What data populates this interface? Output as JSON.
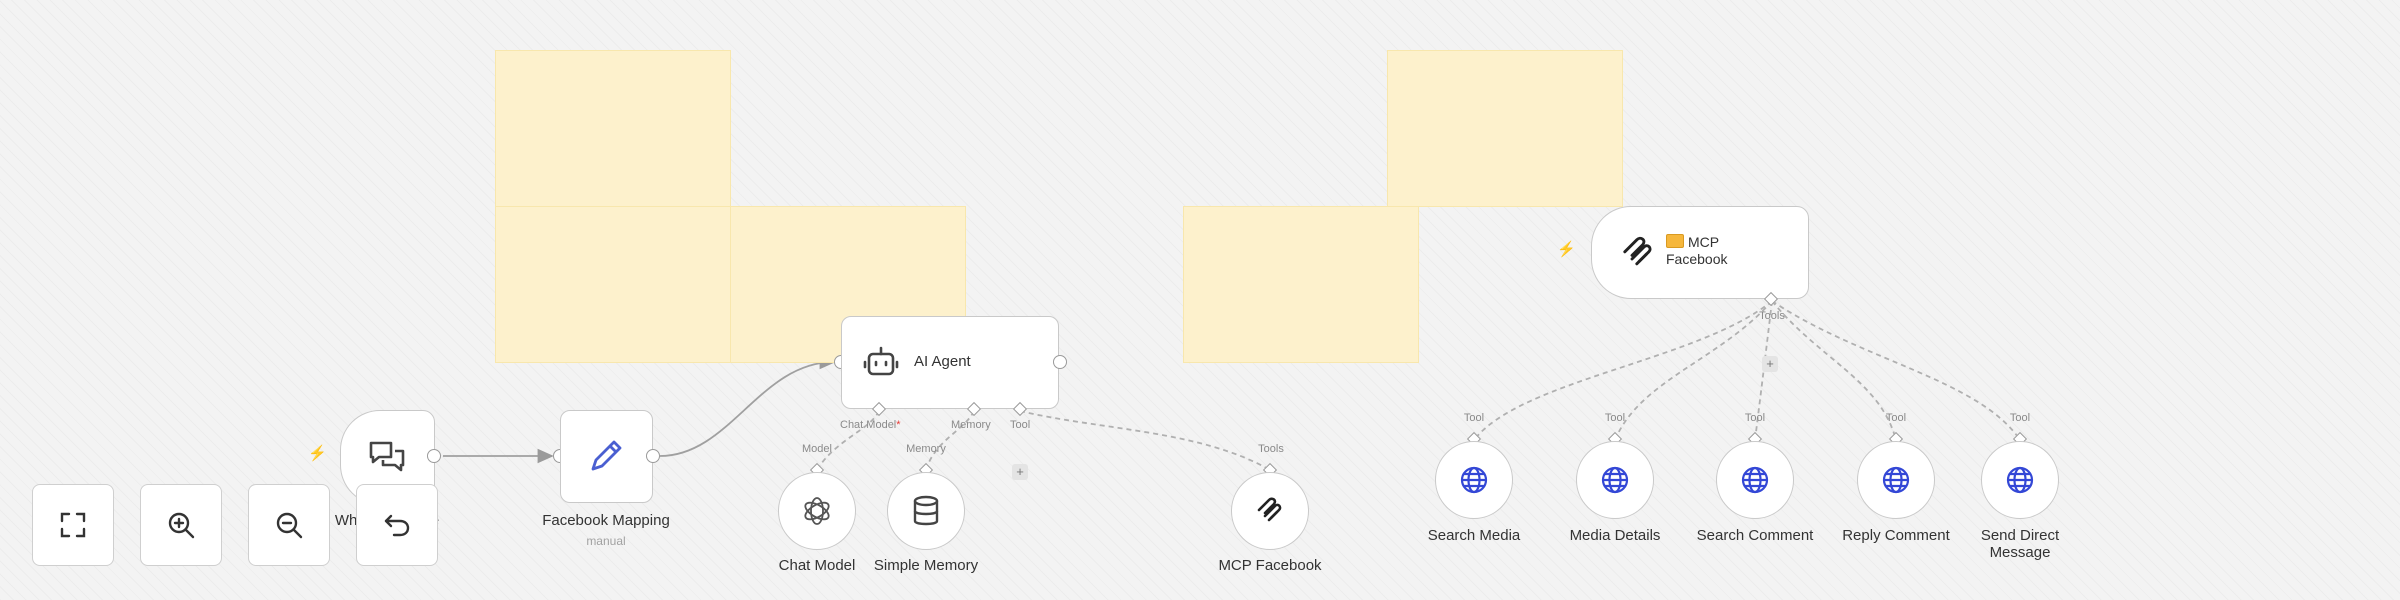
{
  "nodes": {
    "trigger": {
      "label": "When Message",
      "icon": "chat-bubbles-icon"
    },
    "facebook_mapping": {
      "label": "Facebook Mapping",
      "subtitle": "manual",
      "icon": "pencil-icon"
    },
    "ai_agent": {
      "label": "AI Agent",
      "icon": "robot-icon"
    },
    "chat_model": {
      "label": "Chat Model",
      "icon": "openai-icon"
    },
    "simple_memory": {
      "label": "Simple Memory",
      "icon": "database-icon"
    },
    "mcp_facebook_tool": {
      "label": "MCP Facebook",
      "icon": "mcp-icon"
    },
    "mcp_server": {
      "label_line1": "MCP",
      "label_line2": "Facebook",
      "icon": "mcp-icon"
    },
    "tools": [
      {
        "label": "Search Media",
        "icon": "globe-icon"
      },
      {
        "label": "Media Details",
        "icon": "globe-icon"
      },
      {
        "label": "Search Comment",
        "icon": "globe-icon"
      },
      {
        "label": "Reply Comment",
        "icon": "globe-icon"
      },
      {
        "label_line1": "Send Direct",
        "label_line2": "Message",
        "icon": "globe-icon"
      }
    ]
  },
  "connectors": {
    "chat_model": "Chat Model",
    "memory": "Memory",
    "tool": "Tool",
    "model": "Model",
    "tools": "Tools",
    "required_marker": "*"
  },
  "controls": [
    {
      "name": "fit-view",
      "icon": "fullscreen-icon"
    },
    {
      "name": "zoom-in",
      "icon": "zoom-in-icon"
    },
    {
      "name": "zoom-out",
      "icon": "zoom-out-icon"
    },
    {
      "name": "undo",
      "icon": "undo-icon"
    }
  ],
  "colors": {
    "sticky_note": "#fdf1cc",
    "pencil_icon": "#4a5fd1",
    "globe_icon": "#3347d6",
    "trigger_bolt": "#ef5350",
    "folder_badge": "#f6b73c"
  }
}
